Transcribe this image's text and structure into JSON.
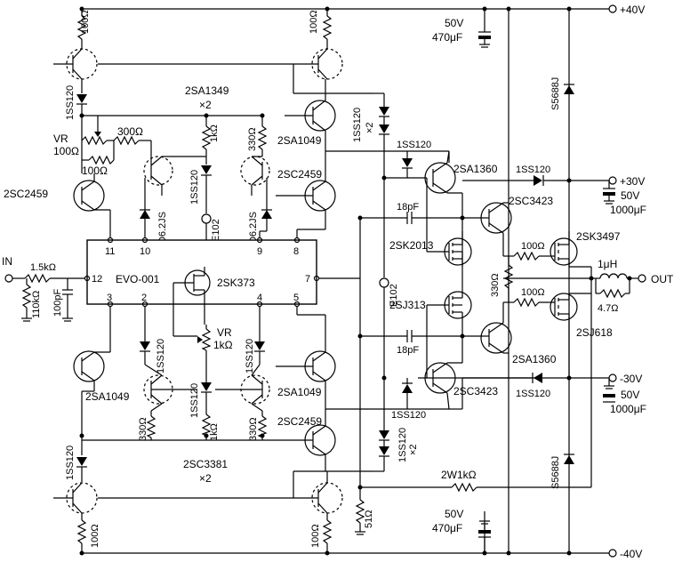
{
  "rails": {
    "pos40": "+40V",
    "pos30": "+30V",
    "neg30": "-30V",
    "neg40": "-40V"
  },
  "ic": {
    "name": "EVO-001",
    "pin11": "11",
    "pin10": "10",
    "pin9": "9",
    "pin8": "8",
    "pin12": "12",
    "pin7": "7",
    "pin3": "3",
    "pin2": "2",
    "pin4": "4",
    "pin5": "5"
  },
  "io": {
    "input": "IN",
    "output": "OUT"
  },
  "labels": {
    "r_100_tl": "100Ω",
    "r_100_tr": "100Ω",
    "d_1ss120_tl": "1SS120",
    "q_2sa1349": "2SA1349",
    "x2_top": "×2",
    "vr_top": "VR",
    "vr_top_val": "100Ω",
    "r_300": "300Ω",
    "r_100_left": "100Ω",
    "r_1k_top": "1kΩ",
    "r_330_top": "330Ω",
    "q_2sa1049_top": "2SA1049",
    "q_2sc2459_top": "2SC2459",
    "q_2sc2459_left": "2SC2459",
    "d_1ss120_mid_top": "1SS120",
    "rd_left": "RD6.2JS",
    "rd_right": "RD6.2JS",
    "e102_top": "E102",
    "d_1ss120_x2_top": "1SS120",
    "x2_d_top": "×2",
    "d_1ss120_3": "1SS120",
    "q_2sa1360_top": "2SA1360",
    "cap_18pf_top": "18pF",
    "d_1ss120_4": "1SS120",
    "q_2sc3423_top": "2SC3423",
    "q_2sk2013": "2SK2013",
    "r_100_g1": "100Ω",
    "q_2sk3497": "2SK3497",
    "ind_1uh": "1μH",
    "r_4_7": "4.7Ω",
    "r_1_5k": "1.5kΩ",
    "r_110k": "110kΩ",
    "c_100pf": "100pF",
    "q_2sk373": "2SK373",
    "e102_mid": "E102",
    "r_330_mid": "330Ω",
    "q_2sj313": "2SJ313",
    "r_100_g2": "100Ω",
    "q_2sj618": "2SJ618",
    "q_2sa1049_bl": "2SA1049",
    "vr_bot": "VR",
    "vr_bot_val": "1kΩ",
    "d_1ss120_b1": "1SS120",
    "d_1ss120_b2": "1SS120",
    "d_1ss120_b3": "1SS120",
    "q_2sa1049_br": "2SA1049",
    "cap_18pf_bot": "18pF",
    "q_2sa1360_bot": "2SA1360",
    "q_2sc3423_bot": "2SC3423",
    "d_1ss120_b4": "1SS120",
    "r_330_bl": "330Ω",
    "r_1k_bot": "1kΩ",
    "r_330_br": "330Ω",
    "q_2sc2459_bot": "2SC2459",
    "d_1ss120_b5": "1SS120",
    "d_1ss120_x2_bot": "1SS120",
    "x2_d_bot": "×2",
    "d_1ss120_bl": "1SS120",
    "q_2sc3381": "2SC3381",
    "x2_bot": "×2",
    "r_2w1k": "2W1kΩ",
    "r_51": "51Ω",
    "r_100_bl": "100Ω",
    "r_100_br": "100Ω",
    "s5688j_top": "S5688J",
    "s5688j_bot": "S5688J",
    "cap_50v_top": "50V",
    "cap_470_top": "470μF",
    "cap_50v_p30": "50V",
    "cap_1000_p30": "1000μF",
    "cap_50v_n30": "50V",
    "cap_1000_n30": "1000μF",
    "cap_50v_bot": "50V",
    "cap_470_bot": "470μF"
  }
}
